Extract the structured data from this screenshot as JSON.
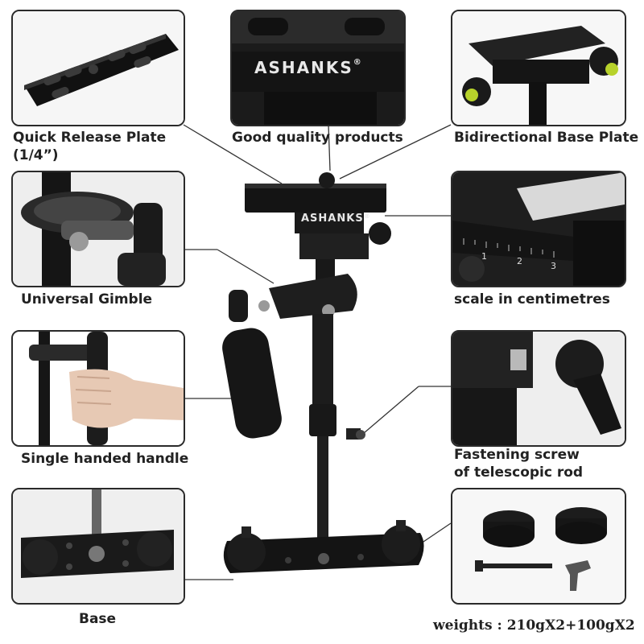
{
  "captions": {
    "quick_release": "Quick Release Plate\n(1/4”)",
    "good_quality": "Good quality products",
    "bidirectional": "Bidirectional Base Plate",
    "gimble": "Universal Gimble",
    "scale": "scale in centimetres",
    "handle": "Single handed handle",
    "fastening": "Fastening screw\nof telescopic rod",
    "base": "Base",
    "weights": "weights : 210gX2+100gX2"
  },
  "brand": {
    "logo_text": "ASHANKS",
    "registered_mark": "®"
  },
  "scale_ticks": [
    "1",
    "2",
    "3"
  ],
  "colors": {
    "frame": "#2a2a2a",
    "metal": "#1c1c1c",
    "accent_bubble": "#b7d22b"
  }
}
